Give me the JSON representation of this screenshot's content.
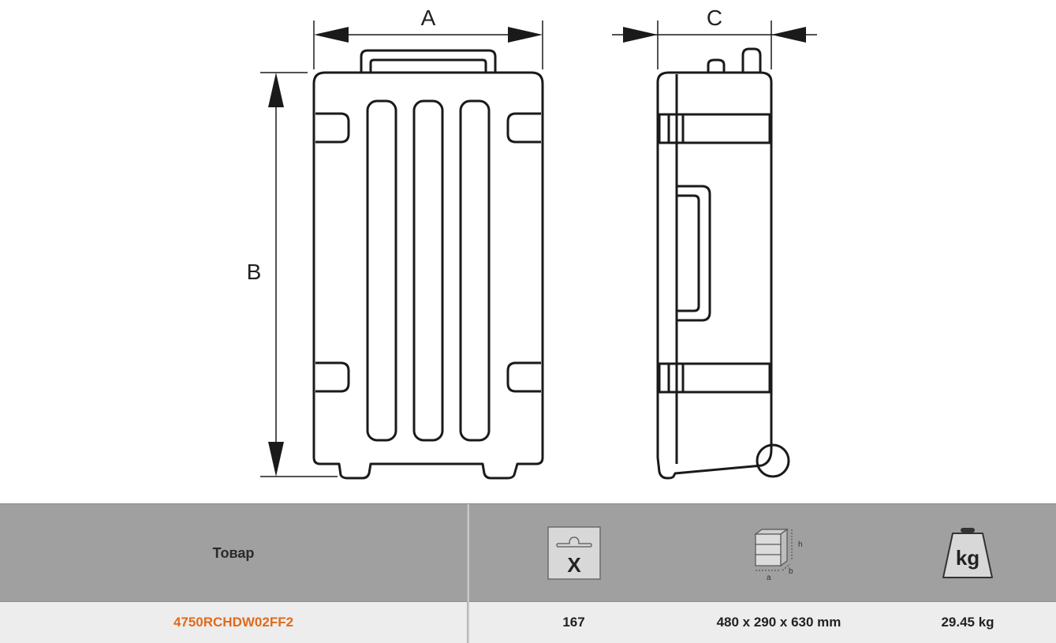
{
  "drawing": {
    "dimension_labels": {
      "a": "A",
      "b": "B",
      "c": "C"
    }
  },
  "table": {
    "header": {
      "product_label": "Товар",
      "quantity_icon_letter": "X",
      "dimensions_icon_letters": {
        "h": "h",
        "a": "a",
        "b": "b"
      },
      "weight_icon_label": "kg"
    },
    "row": {
      "product_code": "4750RCHDW02FF2",
      "quantity": "167",
      "dimensions": "480 x 290 x 630 mm",
      "weight": "29.45 kg"
    },
    "colors": {
      "accent": "#e06a1c",
      "header_bg": "#a0a0a0",
      "row_bg": "#ededed"
    }
  }
}
